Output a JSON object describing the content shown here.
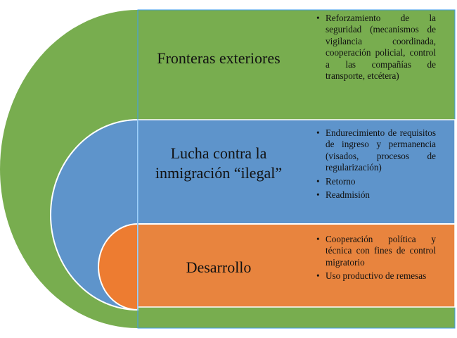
{
  "colors": {
    "outer": "#78AD4F",
    "middle": "#5E94CB",
    "inner": "#ED7C31",
    "border": "#3E9EF0"
  },
  "rows": [
    {
      "title_lines": [
        "Fronteras exteriores"
      ],
      "bullets": [
        "Reforzamiento de la seguridad (mecanismos de vigilancia coordinada, cooperación policial, control a las compañías de transporte, etcétera)"
      ]
    },
    {
      "title_lines": [
        "Lucha contra la",
        "inmigración “ilegal”"
      ],
      "bullets": [
        "Endurecimiento de requisitos de ingreso y permanencia (visados, procesos de regularización)",
        "Retorno",
        "Readmisión"
      ]
    },
    {
      "title_lines": [
        "Desarrollo"
      ],
      "bullets": [
        "Cooperación política y técnica con fines de control migratorio",
        "Uso productivo de remesas"
      ]
    }
  ]
}
